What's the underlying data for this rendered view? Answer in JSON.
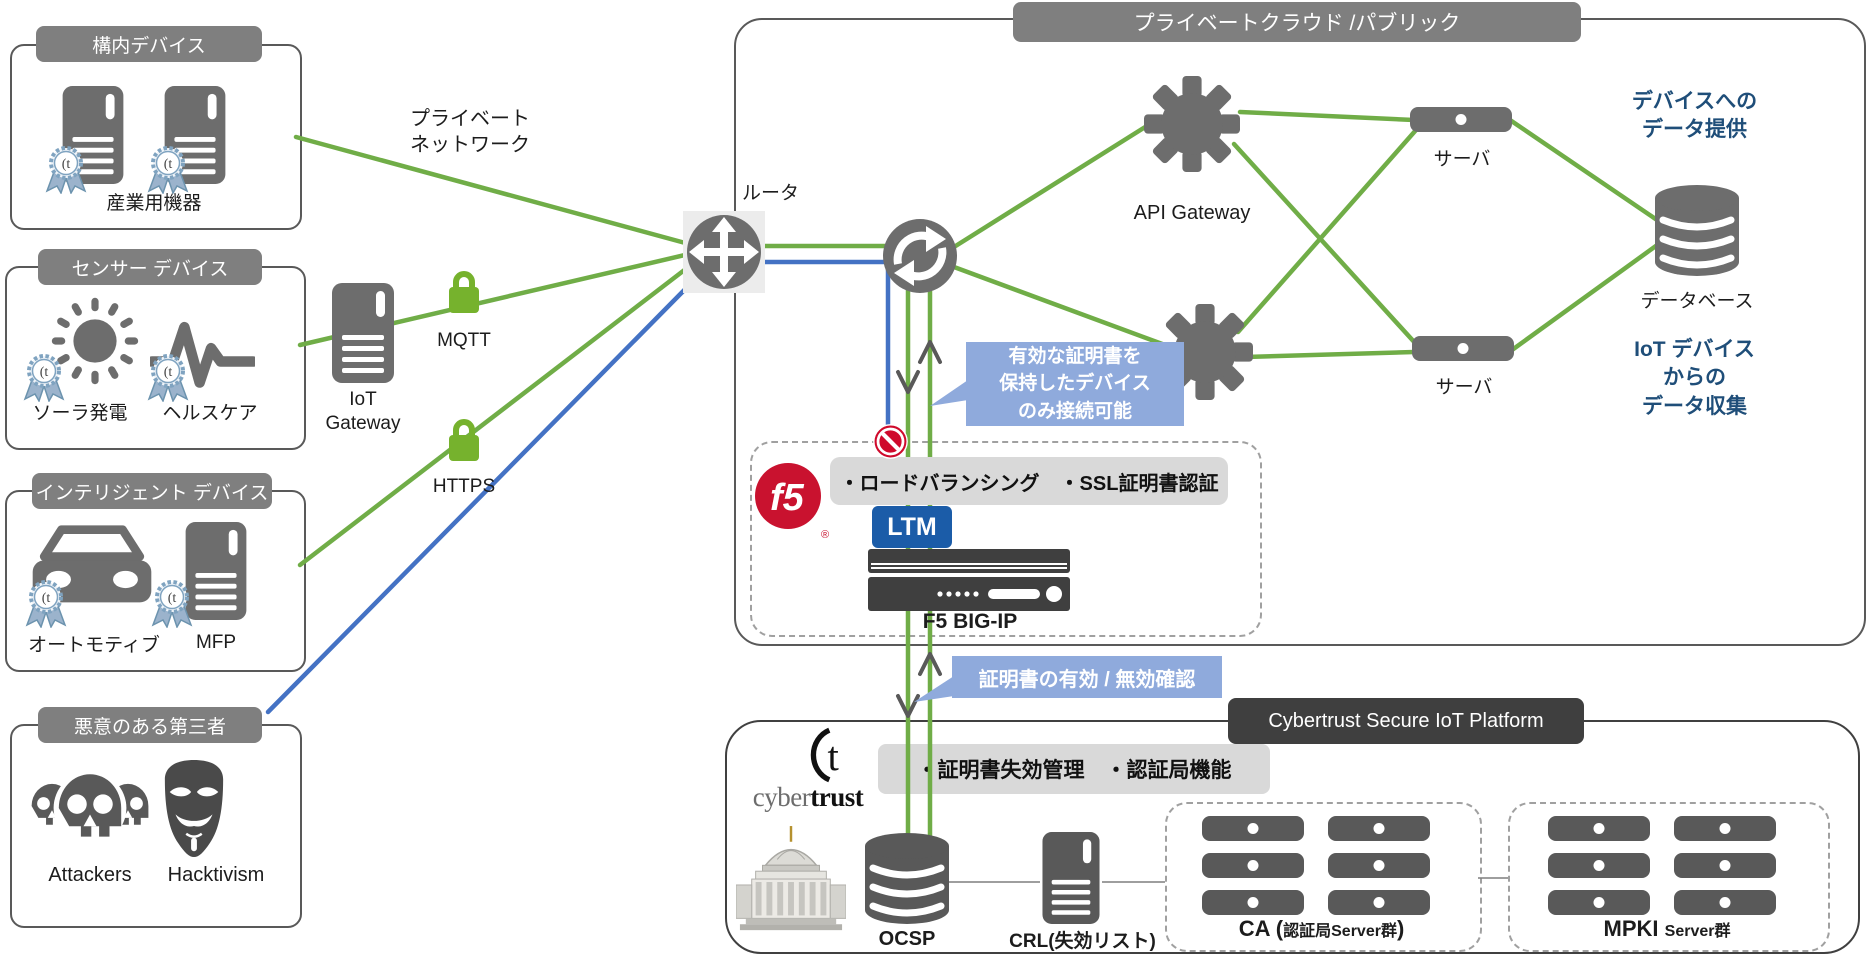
{
  "colors": {
    "green": "#70ad47",
    "blue": "#4472c4",
    "lock_green": "#76b22d",
    "icon_gray": "#6d6d6d",
    "pill_gray": "#7f7f7f",
    "dark_pill": "#3f3f3f",
    "callout_blue": "#8faadc",
    "note_blue": "#1f4e79",
    "f5_red": "#c9122f",
    "ltm_blue": "#1b5ca8",
    "bar_gray": "#d9d9d9"
  },
  "groups": [
    {
      "title": "構内デバイス",
      "label": "産業用機器"
    },
    {
      "title": "センサー デバイス",
      "item1": "ソーラ発電",
      "item2": "ヘルスケア"
    },
    {
      "title": "インテリジェント デバイス",
      "item1": "オートモティブ",
      "item2": "MFP"
    },
    {
      "title": "悪意のある第三者",
      "item1": "Attackers",
      "item2": "Hacktivism"
    }
  ],
  "network": {
    "private": "プライベート\nネットワーク",
    "router": "ルータ",
    "iot_gw": "IoT\nGateway",
    "mqtt": "MQTT",
    "https": "HTTPS"
  },
  "cloud": {
    "title": "プライベートクラウド /パブリック",
    "api_gw": "API Gateway",
    "server_top": "サーバ",
    "server_bottom": "サーバ",
    "db": "データベース",
    "note_provide": "デバイスへの\nデータ提供",
    "note_collect": "IoT デバイス\nからの\nデータ収集",
    "callout": "有効な証明書を\n保持したデバイス\nのみ接続可能"
  },
  "f5": {
    "logo": "f5",
    "features": "・ロードバランシング　・SSL証明書認証",
    "ltm": "LTM",
    "label": "F5 BIG-IP"
  },
  "cert_callout": "証明書の有効 / 無効確認",
  "platform": {
    "title": "Cybertrust Secure IoT Platform",
    "logo_cyber": "cyber",
    "logo_trust": "trust",
    "features": "・証明書失効管理　・認証局機能",
    "ocsp": "OCSP",
    "crl": "CRL(失効リスト)",
    "ca_main": "CA (",
    "ca_sub": "認証局Server群",
    "ca_close": ")",
    "mpki_main": "MPKI ",
    "mpki_sub": "Server群"
  }
}
